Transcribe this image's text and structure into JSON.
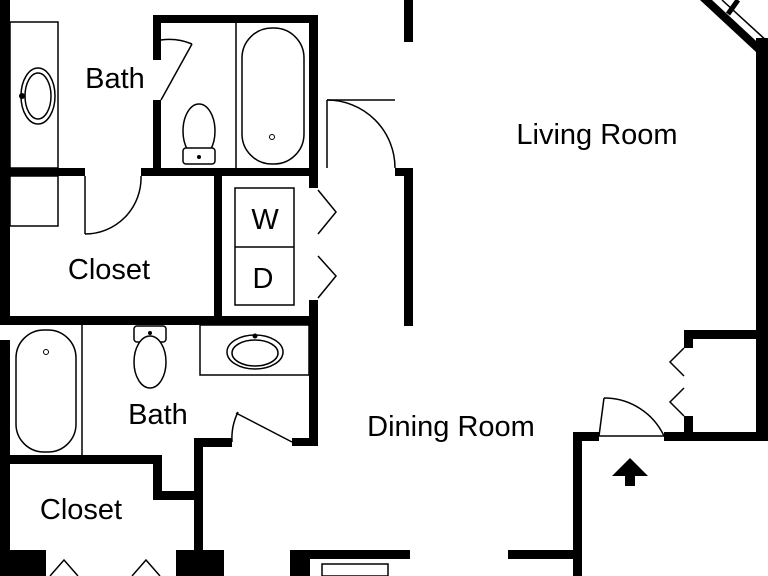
{
  "rooms": {
    "bath_upper": "Bath",
    "living_room": "Living Room",
    "washer": "W",
    "dryer": "D",
    "closet_upper": "Closet",
    "bath_lower": "Bath",
    "dining_room": "Dining Room",
    "closet_lower": "Closet"
  },
  "colors": {
    "wall": "#000000",
    "background": "#ffffff"
  },
  "icons": {
    "entry": "entry-arrow-icon"
  }
}
